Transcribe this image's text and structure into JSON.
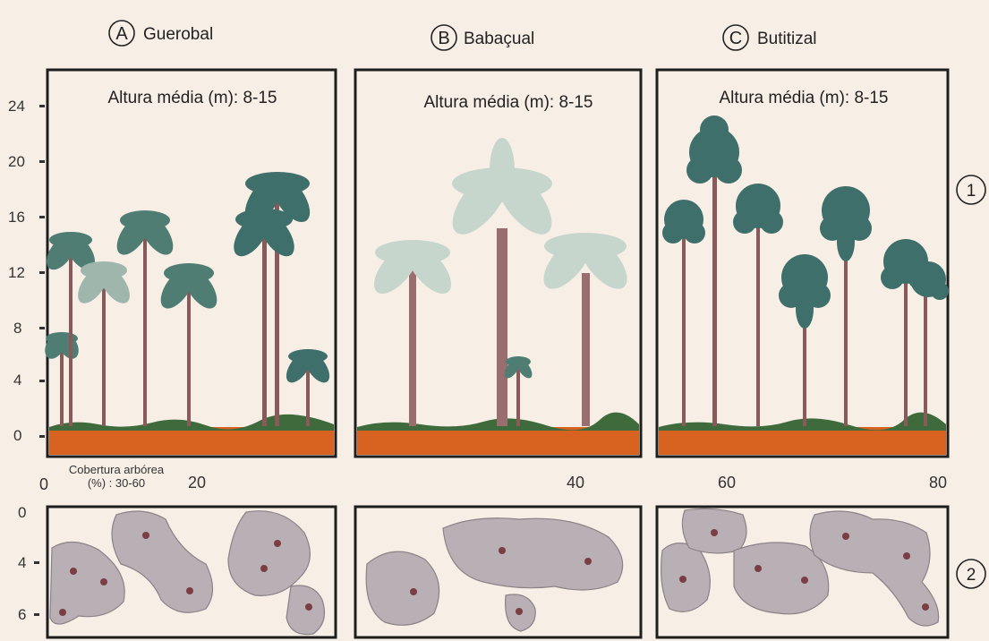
{
  "panels": [
    {
      "letter": "A",
      "name": "Guerobal",
      "height_label": "Altura média (m): 8-15"
    },
    {
      "letter": "B",
      "name": "Babaçual",
      "height_label": "Altura média (m): 8-15"
    },
    {
      "letter": "C",
      "name": "Butitizal",
      "height_label": "Altura média (m): 8-15"
    }
  ],
  "row_markers": [
    "1",
    "2"
  ],
  "y_axis_ticks": [
    "24",
    "20",
    "16",
    "12",
    "8",
    "4",
    "0"
  ],
  "x_axis_ticks": [
    "0",
    "20",
    "40",
    "60",
    "80"
  ],
  "cover_label": {
    "line1": "Cobertura arbórea",
    "line2": "(%) : 30-60"
  },
  "plan_y_ticks": [
    "0",
    "4",
    "6"
  ],
  "colors": {
    "background": "#f7efe6",
    "soil": "#d8621f",
    "grass": "#3f6a3c",
    "crown_plan": "#b8b0b4",
    "trunk": "#8a5a5a",
    "palm_guerobal": "#4f7d74",
    "palm_babacu": "#c7d6cc",
    "palm_buriti": "#3f6f6a"
  }
}
